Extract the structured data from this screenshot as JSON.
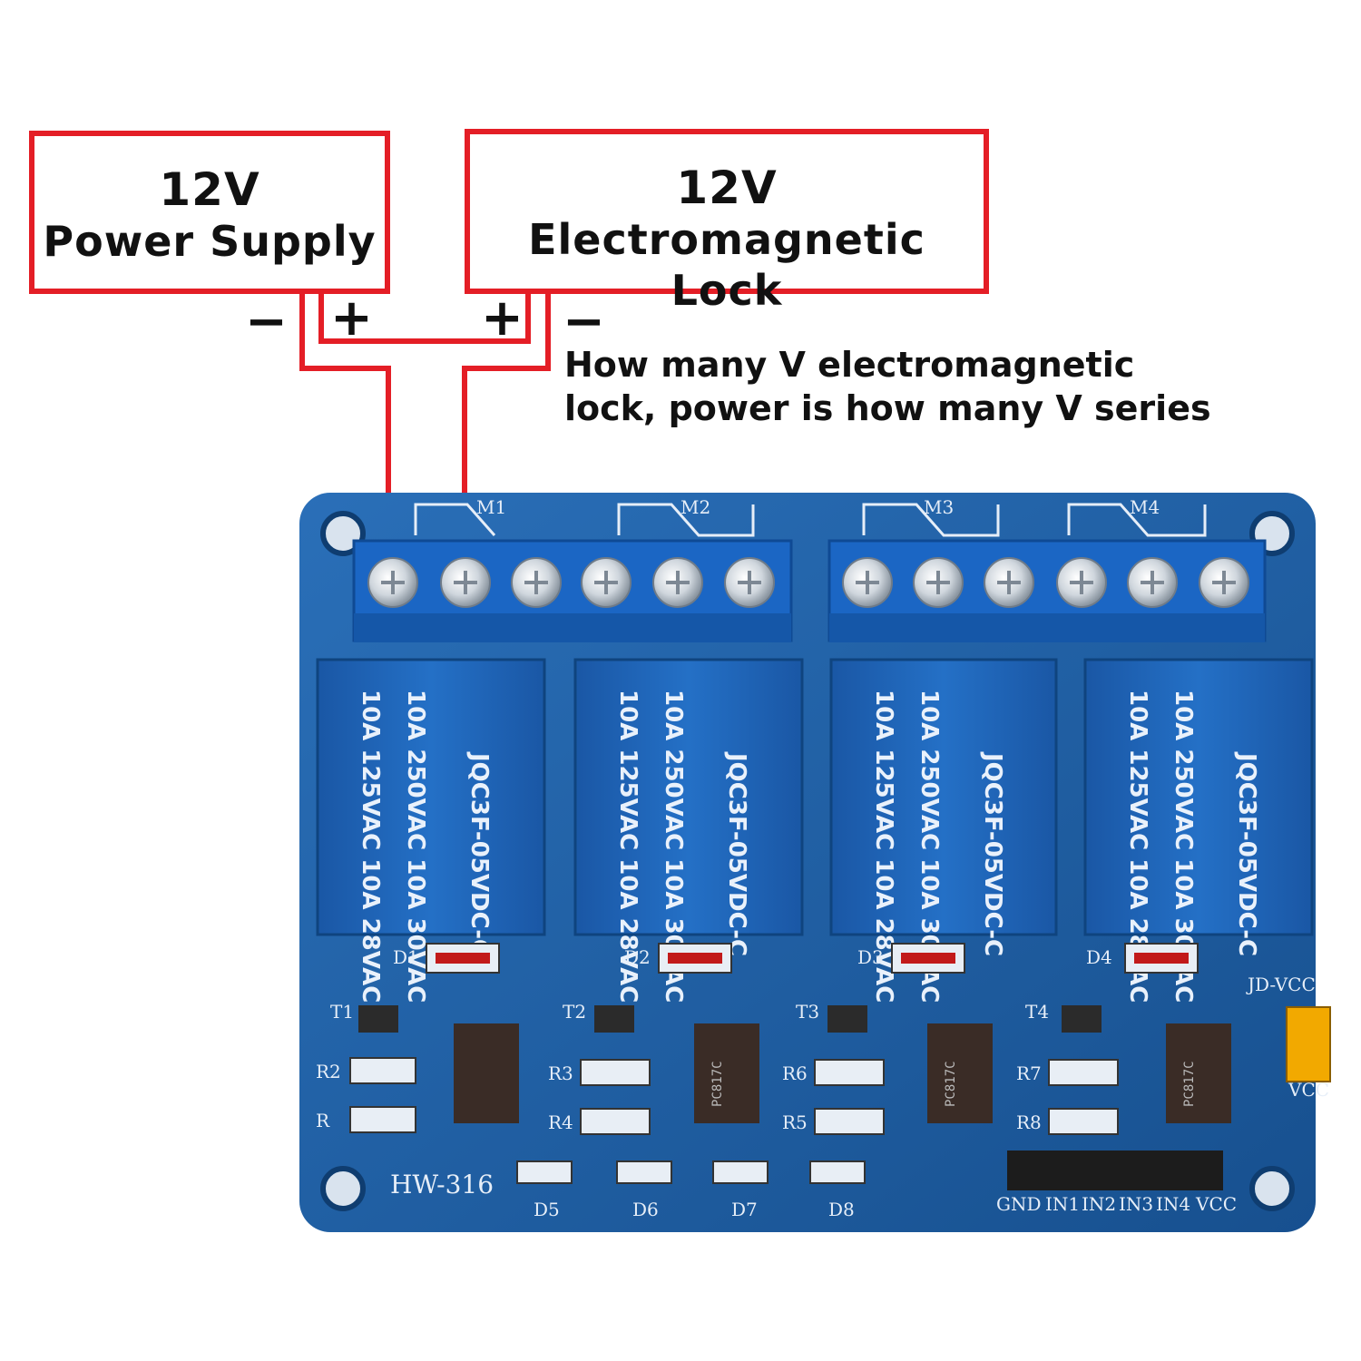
{
  "power_supply": {
    "line1": "12V",
    "line2": "Power Supply"
  },
  "lock": {
    "line1": "12V",
    "line2": "Electromagnetic Lock"
  },
  "terminals": {
    "psu_negative": "−",
    "psu_positive": "+",
    "lock_positive": "+",
    "lock_negative": "−"
  },
  "note": {
    "line1": "How many V electromagnetic",
    "line2": "lock, power is how many V series"
  },
  "board": {
    "model": "HW-316",
    "relay_labels": [
      "M1",
      "M2",
      "M3",
      "M4"
    ],
    "relay_model": "JQC3F-05VDC-C",
    "relay_rating1": "10A 250VAC 10A 30VAC",
    "relay_rating2": "10A 125VAC 10A 28VAC",
    "diodes": [
      "D1",
      "D2",
      "D3",
      "D4"
    ],
    "leds": [
      "D5",
      "D6",
      "D7",
      "D8"
    ],
    "transistors": [
      "T1",
      "T2",
      "T3",
      "T4"
    ],
    "resistors": [
      "R2",
      "R",
      "R3",
      "R4",
      "R6",
      "R5",
      "R7",
      "R8"
    ],
    "optocoupler": "PC817C",
    "jumper_top": "JD-VCC",
    "jumper_bottom": "VCC",
    "pins": [
      "GND",
      "IN1",
      "IN2",
      "IN3",
      "IN4",
      "VCC"
    ]
  },
  "colors": {
    "wire": "#e41e26",
    "pcb": "#1e5fa8",
    "relay": "#1f63b8",
    "terminal": "#1b66c4"
  }
}
